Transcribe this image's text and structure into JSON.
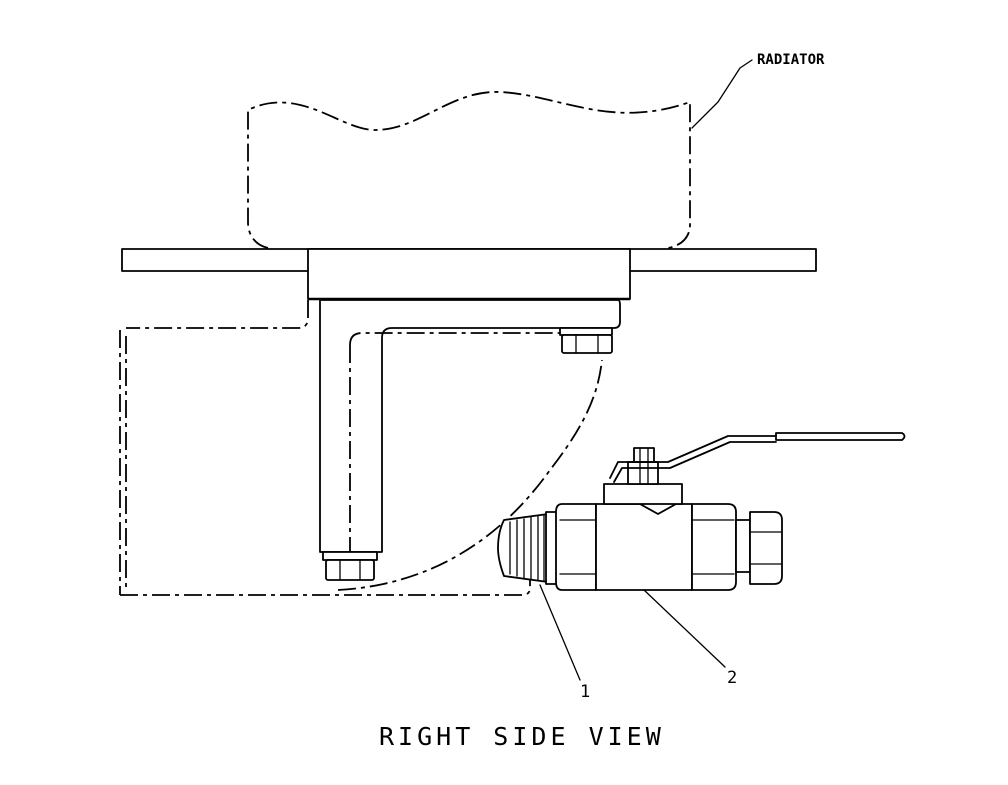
{
  "labels": {
    "radiator": "RADIATOR",
    "callout_1": "1",
    "callout_2": "2"
  },
  "view_title": "RIGHT SIDE VIEW"
}
